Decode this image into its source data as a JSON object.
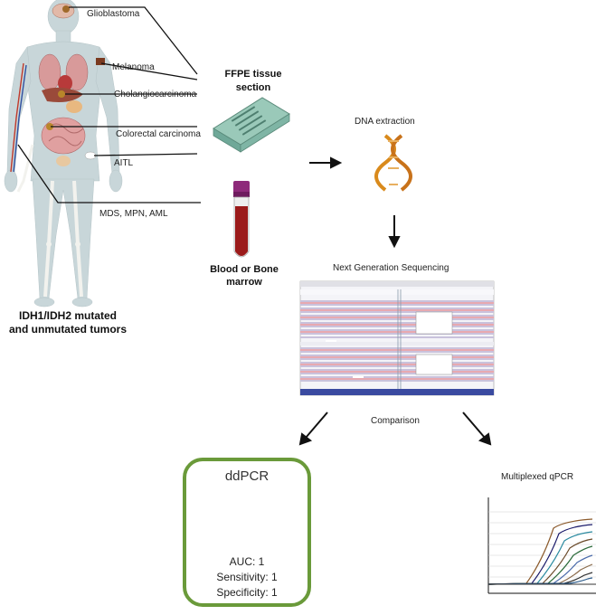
{
  "tumors": {
    "items": [
      "Glioblastoma",
      "Melanoma",
      "Cholangiocarcinoma",
      "Colorectal carcinoma",
      "AITL",
      "MDS, MPN, AML"
    ],
    "title_line1": "IDH1/IDH2 mutated",
    "title_line2": "and unmutated tumors"
  },
  "samples": {
    "ffpe_line1": "FFPE tissue",
    "ffpe_line2": "section",
    "blood_line1": "Blood or Bone",
    "blood_line2": "marrow"
  },
  "workflow": {
    "dna_extraction": "DNA extraction",
    "ngs": "Next Generation Sequencing",
    "comparison": "Comparison"
  },
  "ddpcr": {
    "title": "ddPCR",
    "auc": "AUC: 1",
    "sensitivity": "Sensitivity: 1",
    "specificity": "Specificity: 1"
  },
  "qpcr": {
    "title": "Multiplexed qPCR"
  },
  "colors": {
    "box_border": "#6a9a3a",
    "tube_cap": "#8e2a7a",
    "blood": "#9b1a1a",
    "dna": "#d98a1c",
    "body": "#c5d3d6",
    "cassette": "#8fc0b0"
  }
}
